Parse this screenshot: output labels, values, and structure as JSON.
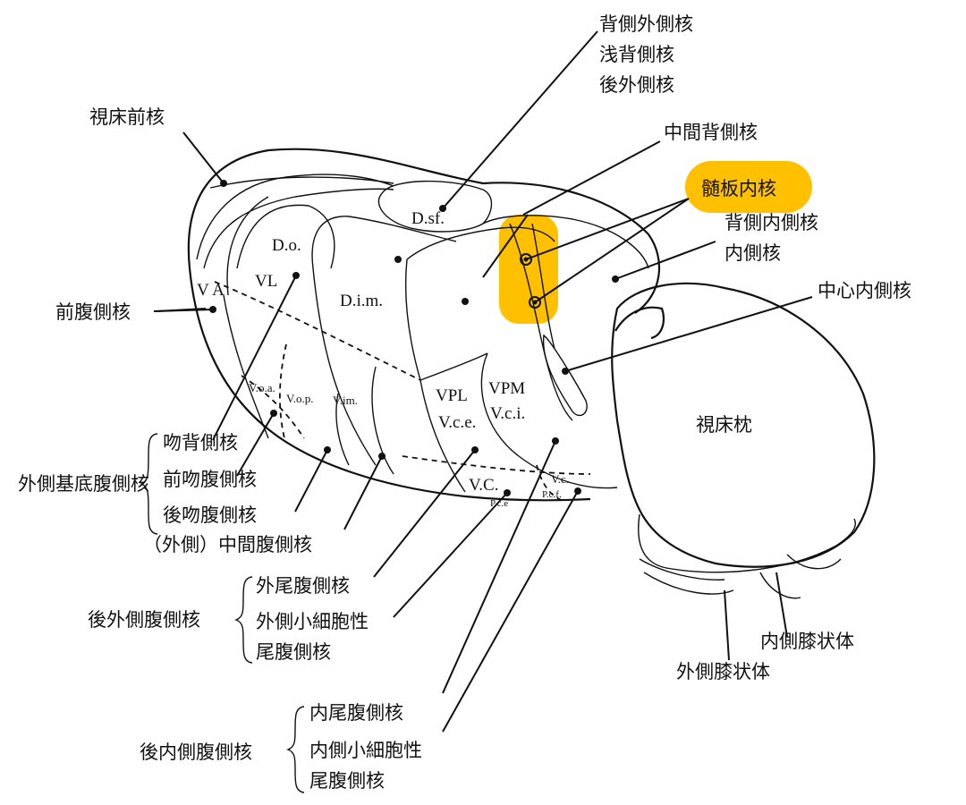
{
  "highlight_color": "#FFC000",
  "labels": {
    "dorsal_lateral": [
      "背側外側核",
      "浅背側核",
      "後外側核"
    ],
    "anterior_thalamic": "視床前核",
    "mediodorsal_intermediate": "中間背側核",
    "intralaminar": "髄板内核",
    "dorsal_medial": [
      "背側内側核",
      "内側核"
    ],
    "ventral_anterior": "前腹側核",
    "centromedian": "中心内側核",
    "pulvinar": "視床枕",
    "lateral_basal_ventral_group": "外側基底腹側核",
    "lateral_basal_items": [
      "吻背側核",
      "前吻腹側核",
      "後吻腹側核"
    ],
    "intermediate_ventral": "（外側）中間腹側核",
    "ventral_posterolateral_group": "後外側腹側核",
    "ventral_posterolateral_items": [
      "外尾腹側核",
      "外側小細胞性",
      "尾腹側核"
    ],
    "medial_geniculate": "内側膝状体",
    "lateral_geniculate": "外側膝状体",
    "ventral_posteromedial_group": "後内側腹側核",
    "ventral_posteromedial_items": [
      "内尾腹側核",
      "内側小細胞性",
      "尾腹側核"
    ]
  },
  "zones": {
    "dsf": "D.sf.",
    "do": "D.o.",
    "dim": "D.i.m.",
    "va": "V A",
    "vl": "VL",
    "voa": "V.o.a.",
    "vop": "V.o.p.",
    "vim": "V.im.",
    "vpl": "VPL",
    "vce": "V.c.e.",
    "vpm": "VPM",
    "vci": "V.c.i.",
    "vc_pce_main": "V.C.",
    "vc_pce_sub": "P.c.e",
    "vc_pcf_main": "V.c.",
    "vc_pcf_sub": "P.c.f."
  }
}
